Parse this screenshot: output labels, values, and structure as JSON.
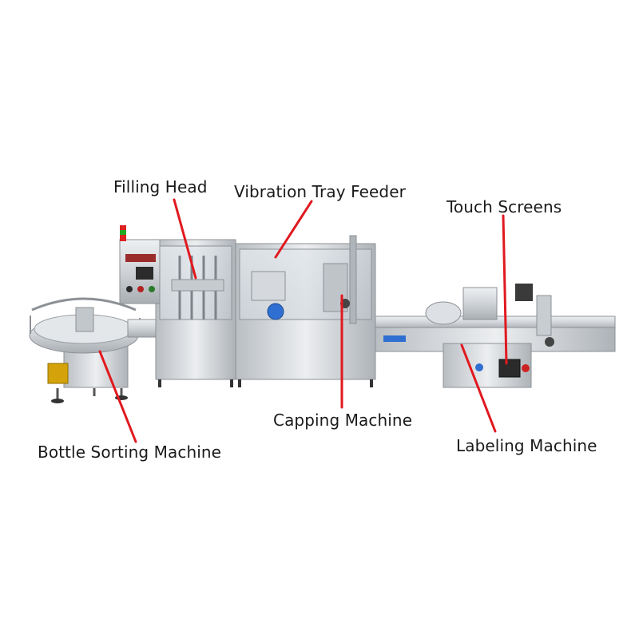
{
  "labels": {
    "filling_head": "Filling Head",
    "vibration_tray_feeder": "Vibration Tray Feeder",
    "touch_screens": "Touch Screens",
    "capping_machine": "Capping Machine",
    "labeling_machine": "Labeling Machine",
    "bottle_sorting_machine": "Bottle Sorting Machine"
  },
  "colors": {
    "arrow": "#e0191f",
    "label_text": "#1a1a1a",
    "metal_light": "#d9dcdf",
    "metal_dark": "#8d9196",
    "panel_blue": "#2f6fd1"
  }
}
